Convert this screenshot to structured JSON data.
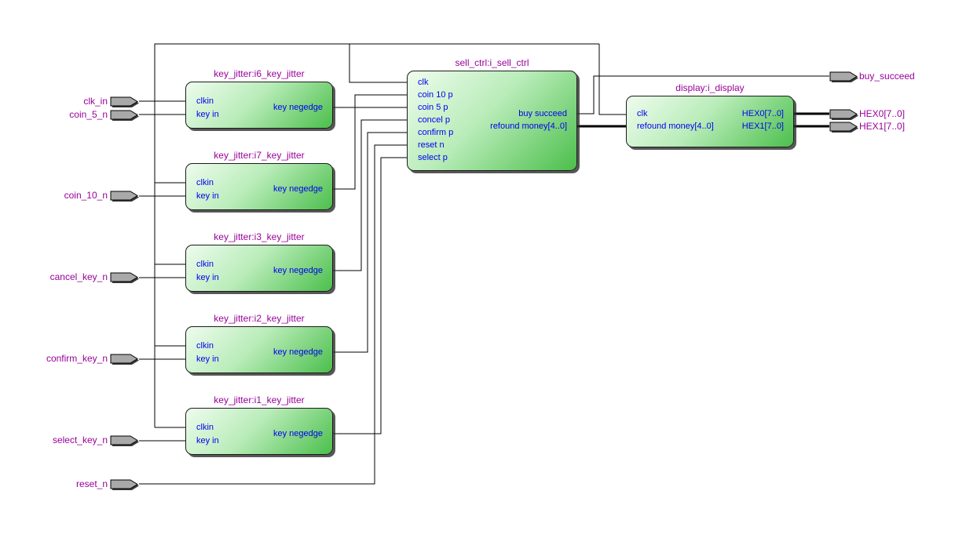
{
  "colors": {
    "background": "#ffffff",
    "block_title_text": "#990099",
    "port_text": "#0000f0",
    "pin_label_text": "#990099",
    "wire": "#000000",
    "block_fill_light": "#eefcee",
    "block_fill_dark": "#4bbf4b",
    "pin_fill": "#a9a9a9"
  },
  "blocks": [
    {
      "id": "key_jitter_i6",
      "title": "key_jitter:i6_key_jitter",
      "left_ports": [
        "clkin",
        "key in"
      ],
      "right_ports": [
        "key negedge"
      ]
    },
    {
      "id": "key_jitter_i7",
      "title": "key_jitter:i7_key_jitter",
      "left_ports": [
        "clkin",
        "key in"
      ],
      "right_ports": [
        "key negedge"
      ]
    },
    {
      "id": "key_jitter_i3",
      "title": "key_jitter:i3_key_jitter",
      "left_ports": [
        "clkin",
        "key in"
      ],
      "right_ports": [
        "key negedge"
      ]
    },
    {
      "id": "key_jitter_i2",
      "title": "key_jitter:i2_key_jitter",
      "left_ports": [
        "clkin",
        "key in"
      ],
      "right_ports": [
        "key negedge"
      ]
    },
    {
      "id": "key_jitter_i1",
      "title": "key_jitter:i1_key_jitter",
      "left_ports": [
        "clkin",
        "key in"
      ],
      "right_ports": [
        "key negedge"
      ]
    },
    {
      "id": "sell_ctrl",
      "title": "sell_ctrl:i_sell_ctrl",
      "left_ports": [
        "clk",
        "coin 10 p",
        "coin 5 p",
        "concel p",
        "confirm p",
        "reset n",
        "select p"
      ],
      "right_ports": [
        "buy succeed",
        "refound money[4..0]"
      ]
    },
    {
      "id": "display",
      "title": "display:i_display",
      "left_ports": [
        "clk",
        "refound money[4..0]"
      ],
      "right_ports": [
        "HEX0[7..0]",
        "HEX1[7..0]"
      ]
    }
  ],
  "input_pins": [
    {
      "label": "clk_in"
    },
    {
      "label": "coin_5_n"
    },
    {
      "label": "coin_10_n"
    },
    {
      "label": "cancel_key_n"
    },
    {
      "label": "confirm_key_n"
    },
    {
      "label": "select_key_n"
    },
    {
      "label": "reset_n"
    }
  ],
  "output_pins": [
    {
      "label": "buy_succeed"
    },
    {
      "label": "HEX0[7..0]"
    },
    {
      "label": "HEX1[7..0]"
    }
  ]
}
